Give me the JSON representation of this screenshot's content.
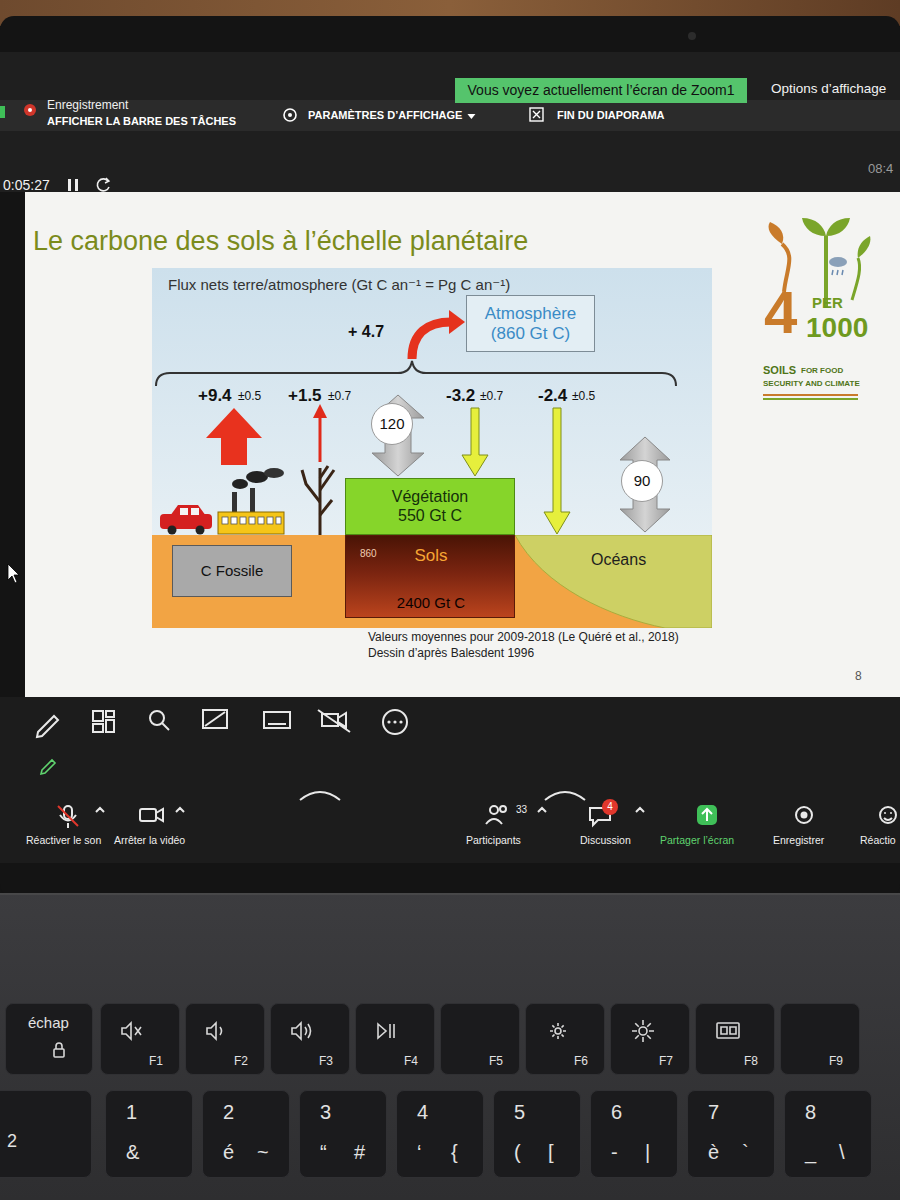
{
  "diagram": {
    "title": "Le carbone des sols à l’échelle planétaire",
    "nodes": [
      {
        "text": [
          "Vous voyez actuellement l’écran de Zoom1"
        ]
      },
      {
        "text": [
          "Atmosphère",
          "(860 Gt C)"
        ]
      },
      {
        "text": [
          "120"
        ]
      },
      {
        "text": [
          "90"
        ]
      },
      {
        "text": [
          "Végétation",
          "550 Gt C"
        ]
      },
      {
        "text": [
          "C Fossile"
        ]
      },
      {
        "text": [
          "860",
          "Sols",
          "2400 Gt C"
        ]
      },
      {
        "text": [
          "Océans"
        ]
      },
      {
        "text": [
          "4"
        ]
      },
      {
        "text": [
          "échap"
        ]
      },
      {
        "text": [
          "F1"
        ]
      },
      {
        "text": [
          "F2"
        ]
      },
      {
        "text": [
          "F3"
        ]
      },
      {
        "text": [
          "F4"
        ]
      },
      {
        "text": [
          "F5"
        ]
      },
      {
        "text": [
          "F6"
        ]
      },
      {
        "text": [
          "F7"
        ]
      },
      {
        "text": [
          "F8"
        ]
      },
      {
        "text": [
          "F9"
        ]
      },
      {
        "text": [
          "2"
        ]
      },
      {
        "text": [
          "1",
          "&"
        ]
      },
      {
        "text": [
          "2",
          "é",
          "~"
        ]
      },
      {
        "text": [
          "3",
          "“",
          "#"
        ]
      },
      {
        "text": [
          "4",
          "‘",
          "{"
        ]
      },
      {
        "text": [
          "5",
          "(",
          "["
        ]
      },
      {
        "text": [
          "6",
          "-",
          "|"
        ]
      },
      {
        "text": [
          "7",
          "è",
          "`"
        ]
      },
      {
        "text": [
          "8",
          "_",
          "\\"
        ]
      }
    ],
    "labels": [
      "Enregistrement",
      "AFFICHER LA BARRE DES TÂCHES",
      "PARAMÈTRES D’AFFICHAGE",
      "FIN DU DIAPORAMA",
      "Options d’affichage",
      "0:05:27",
      "08:4",
      "Flux nets terre/atmosphere (Gt C an⁻¹ = Pg C an⁻¹)",
      "+ 4.7",
      "+9.4",
      "±0.5",
      "+1.5",
      "±0.7",
      "-3.2",
      "±0.7",
      "-2.4",
      "±0.5",
      "Valeurs moyennes pour 2009-2018 (Le Quéré et al., 2018)",
      "Dessin d’après Balesdent 1996",
      "8",
      "4",
      "PER",
      "1000",
      "SOILS",
      "FOR FOOD",
      "SECURITY AND CLIMATE",
      "Réactiver le son",
      "Arrêter la vidéo",
      "33",
      "Participants",
      "Discussion",
      "Partager l’écran",
      "Enregistrer",
      "Réactio"
    ]
  }
}
